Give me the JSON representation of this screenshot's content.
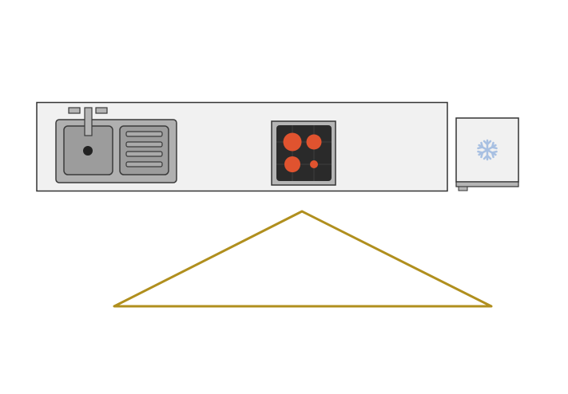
{
  "diagram": {
    "type": "kitchen-floor-plan",
    "elements": [
      {
        "name": "countertop",
        "icon": "countertop"
      },
      {
        "name": "double-sink",
        "icon": "sink-icon"
      },
      {
        "name": "cooktop",
        "icon": "cooktop-icon",
        "burners": 4
      },
      {
        "name": "refrigerator",
        "icon": "snowflake-icon"
      },
      {
        "name": "work-triangle",
        "icon": "triangle"
      }
    ],
    "colors": {
      "counter_fill": "#f1f1f1",
      "outline": "#333333",
      "sink_fill": "#a9a9a9",
      "sink_bowl": "#9a9a9a",
      "cooktop_surface": "#2a2a2a",
      "burner": "#e0532f",
      "snowflake": "#a8c0e2",
      "triangle": "#b08f1e"
    }
  }
}
